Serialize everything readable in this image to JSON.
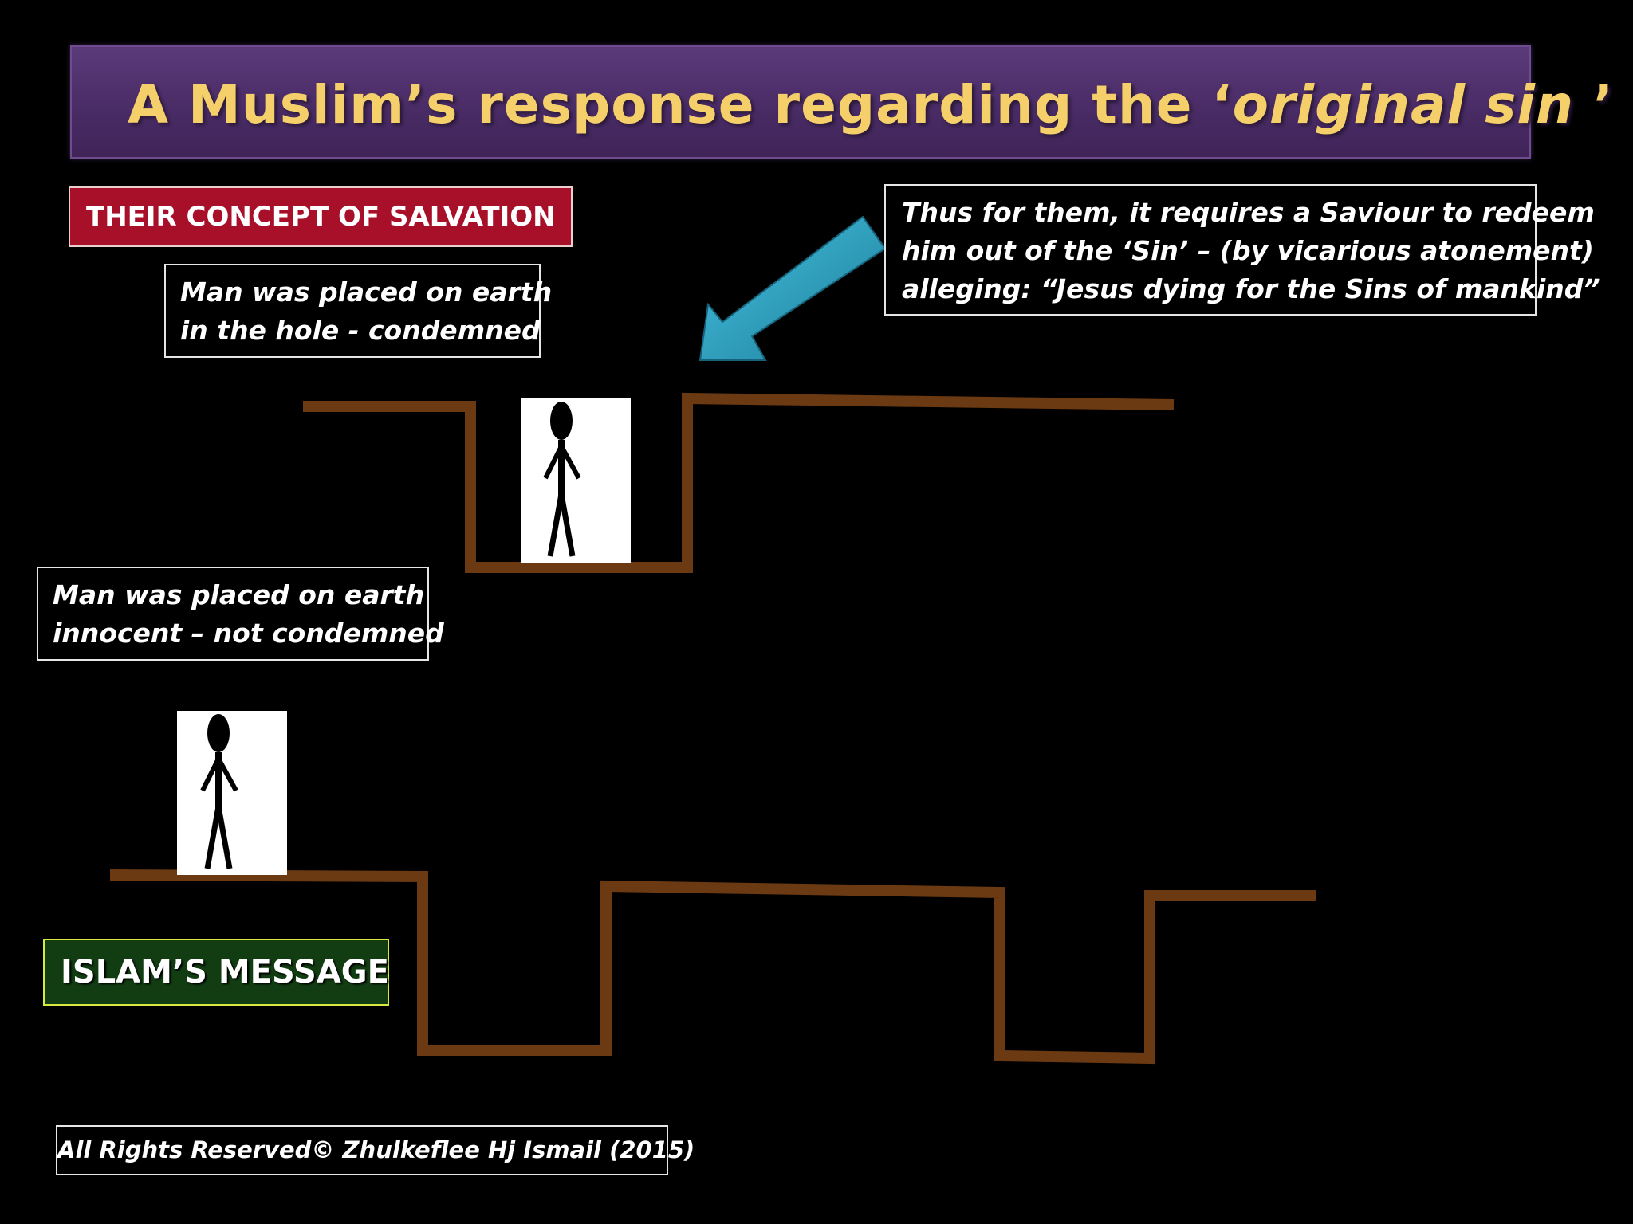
{
  "title": {
    "part1": "A Muslim’s  response regarding the ‘",
    "part2": "original sin",
    "part3": " ’ :"
  },
  "salvation": {
    "label": "THEIR CONCEPT OF SALVATION",
    "note_line1": "Man was placed on earth",
    "note_line2": "in the hole - condemned",
    "saviour_line1": "Thus for them, it requires a Saviour to redeem",
    "saviour_line2": "him out of the ‘Sin’ – (by vicarious atonement)",
    "saviour_line3": " alleging: “Jesus dying for the Sins of mankind”"
  },
  "islam": {
    "label": "ISLAM’S MESSAGE",
    "note_line1": "Man was placed on earth",
    "note_line2": " innocent – not condemned"
  },
  "copyright": "All Rights Reserved© Zhulkeflee Hj Ismail (2015)",
  "colors": {
    "ground": "#6b3a12",
    "arrow": "#2a9fc0",
    "salvation_label_bg": "#a8102a",
    "islam_label_bg": "#123d12",
    "title_text": "#f5d06a"
  },
  "icons": [
    "stick-figure-icon",
    "arrow-icon"
  ]
}
